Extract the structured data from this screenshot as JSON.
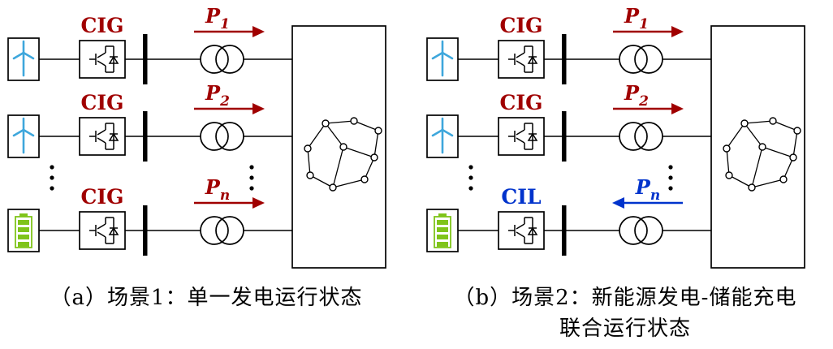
{
  "panels": {
    "a": {
      "caption": "（a）场景1：单一发电运行状态",
      "rows": [
        {
          "source": "wind-turbine",
          "converter": "CIG",
          "p": "P",
          "sub": "1",
          "arrow": "right",
          "accent": "#a00000"
        },
        {
          "source": "wind-turbine",
          "converter": "CIG",
          "p": "P",
          "sub": "2",
          "arrow": "right",
          "accent": "#a00000"
        },
        {
          "source": "battery",
          "converter": "CIG",
          "p": "P",
          "sub": "n",
          "arrow": "right",
          "accent": "#a00000"
        }
      ]
    },
    "b": {
      "caption_line1": "（b）场景2：新能源发电-储能充电",
      "caption_line2": "联合运行状态",
      "rows": [
        {
          "source": "wind-turbine",
          "converter": "CIG",
          "p": "P",
          "sub": "1",
          "arrow": "right",
          "accent": "#a00000"
        },
        {
          "source": "wind-turbine",
          "converter": "CIG",
          "p": "P",
          "sub": "2",
          "arrow": "right",
          "accent": "#a00000"
        },
        {
          "source": "battery",
          "converter": "CIL",
          "p": "P",
          "sub": "n",
          "arrow": "left",
          "accent": "#0033cc"
        }
      ]
    }
  },
  "colors": {
    "wire": "#000000",
    "accent_red": "#a00000",
    "accent_blue": "#0033cc",
    "wind_blue": "#3ea7dc",
    "battery_green": "#7fc41a"
  }
}
